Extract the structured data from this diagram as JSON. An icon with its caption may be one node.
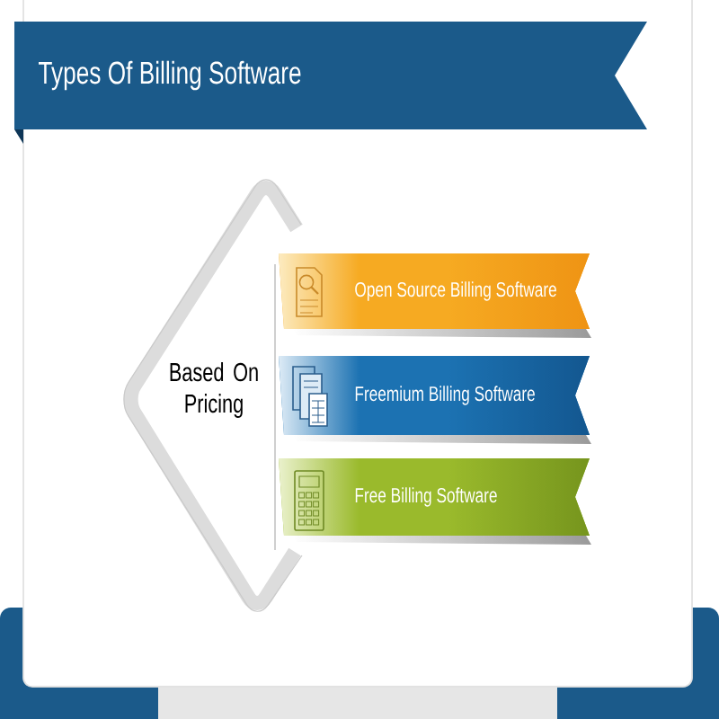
{
  "diagram": {
    "title": "Types Of Billing Software",
    "nodes": [
      {
        "text": [
          "Based On Pricing"
        ]
      },
      {
        "text": [
          "Open Source Billing Software"
        ]
      },
      {
        "text": [
          "Freemium Billing Software"
        ]
      },
      {
        "text": [
          "Free Billing Software"
        ]
      }
    ]
  }
}
